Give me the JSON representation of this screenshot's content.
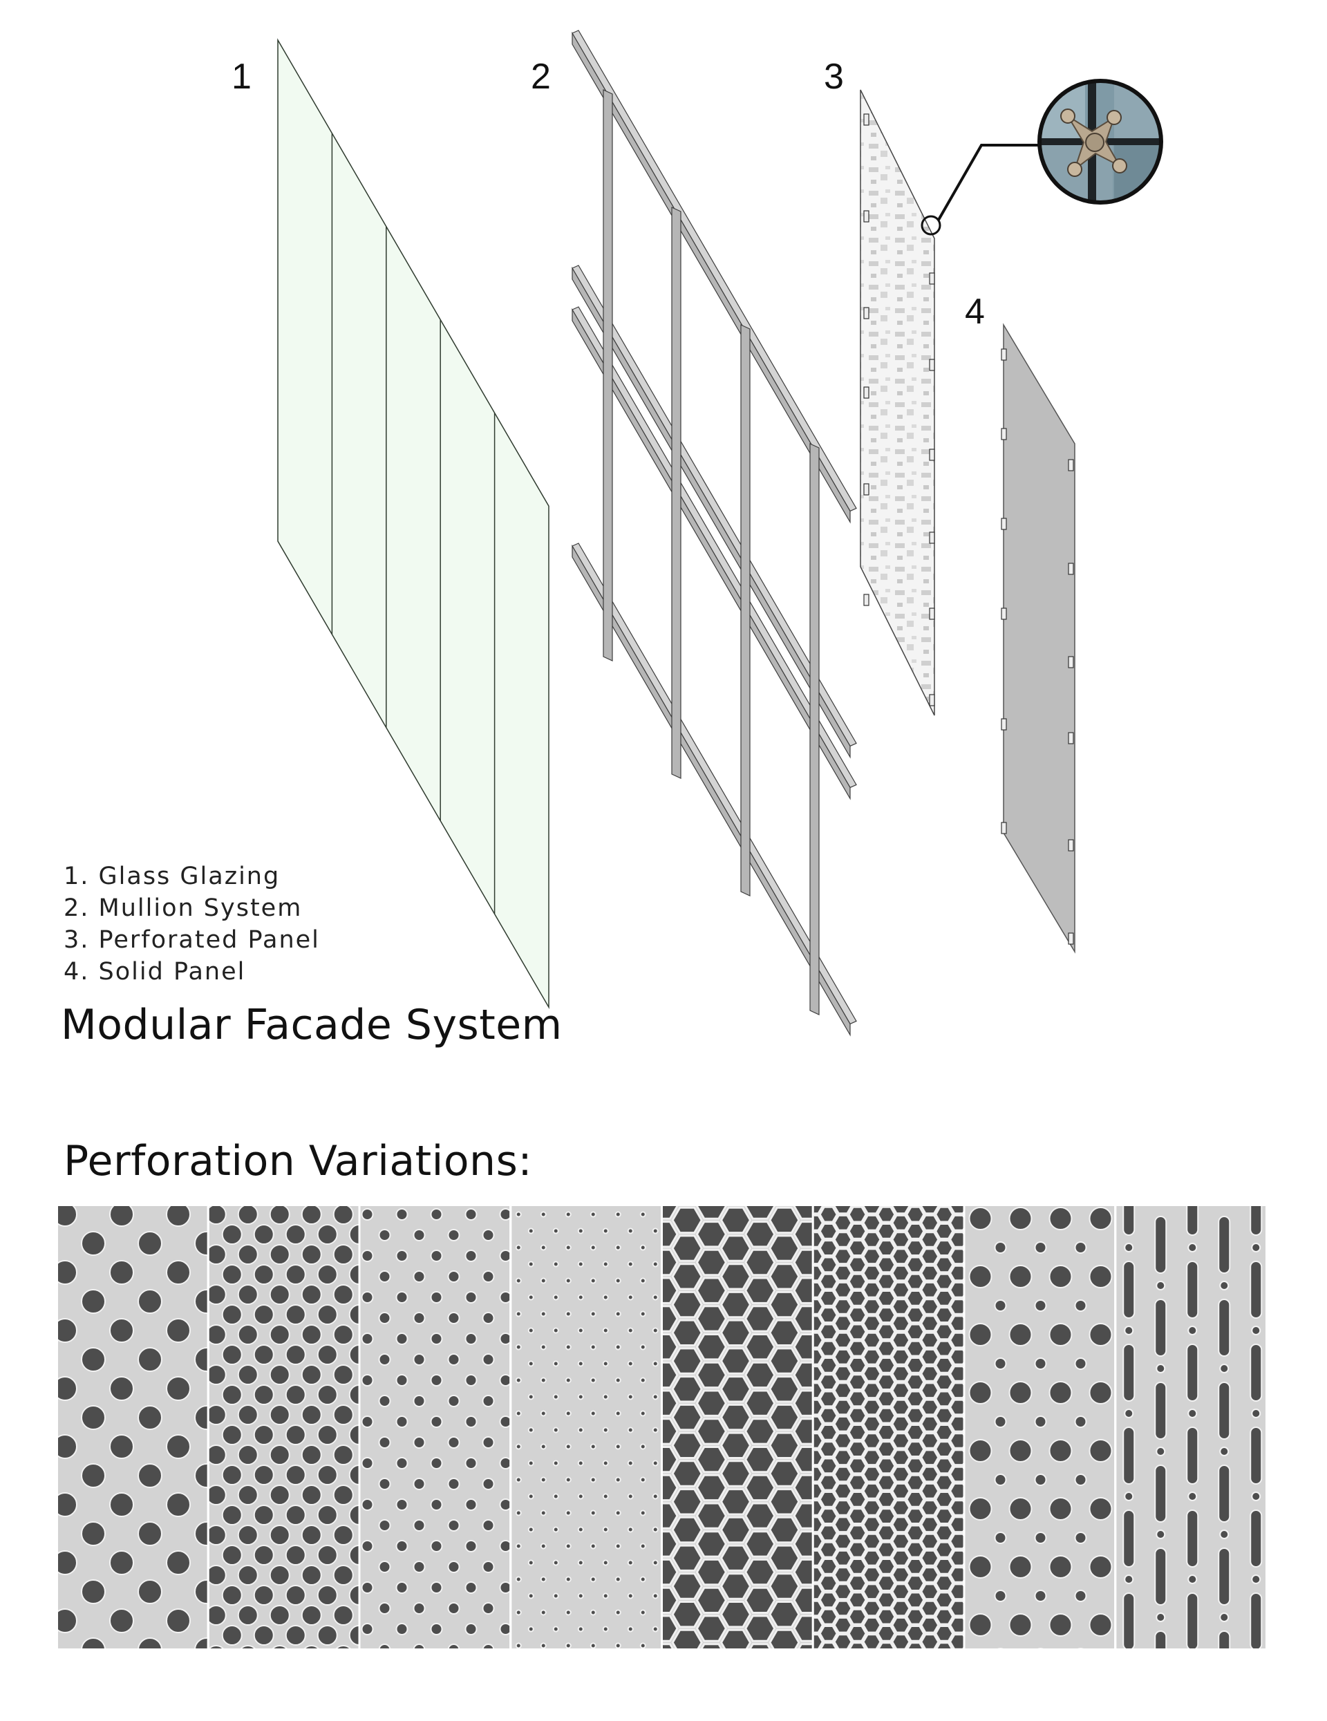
{
  "diagram": {
    "component_numbers": [
      "1",
      "2",
      "3",
      "4"
    ],
    "legend": [
      "1. Glass Glazing",
      "2. Mullion System",
      "3. Perforated Panel",
      "4. Solid Panel"
    ],
    "title": "Modular Facade System",
    "colors": {
      "glass_fill": "#f1faf1",
      "glass_stroke": "#2f3b2f",
      "mullion_fill": "#b6b6b6",
      "mullion_stroke": "#3c3c3c",
      "solid_panel": "#bdbdbd",
      "perforated_panel": "#f4f4f4"
    }
  },
  "perforations": {
    "title": "Perforation Variations:",
    "swatches": [
      {
        "pattern": "large-round-staggered"
      },
      {
        "pattern": "dense-round-staggered"
      },
      {
        "pattern": "medium-round-staggered"
      },
      {
        "pattern": "small-round-dense"
      },
      {
        "pattern": "large-hexagon"
      },
      {
        "pattern": "small-hexagon"
      },
      {
        "pattern": "mixed-round-sizes"
      },
      {
        "pattern": "slotted-with-dots"
      }
    ],
    "colors": {
      "sheet": "#d3d3d3",
      "hole": "#4d4d4d",
      "divider": "#ffffff"
    }
  }
}
